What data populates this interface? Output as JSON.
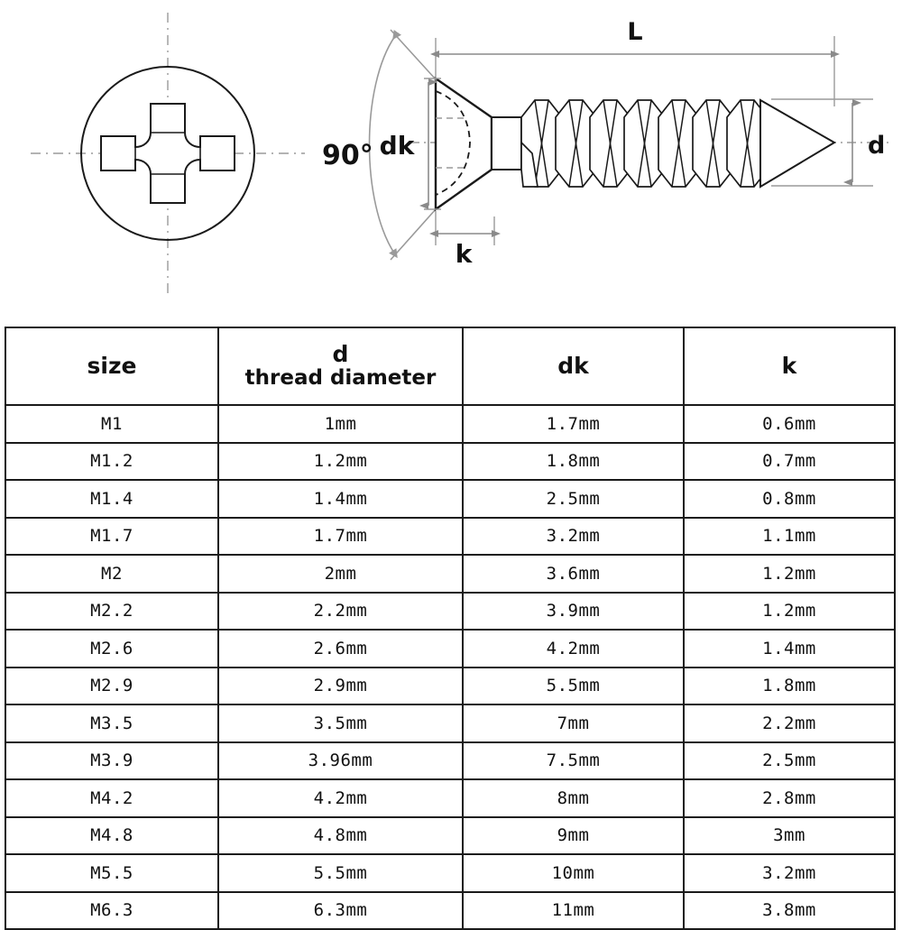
{
  "drawing": {
    "title": "countersunk-phillips-self-tapping-screw",
    "labels": {
      "angle": "90°",
      "head_diameter": "dk",
      "head_height": "k",
      "length": "L",
      "thread_diameter": "d"
    },
    "views": {
      "top_view": "phillips-cross-recess-head-top-view",
      "side_view": "countersunk-screw-side-view"
    },
    "colors": {
      "outline": "#1a1a1a",
      "dimension_line": "#8a8a8a",
      "center_line": "#9a9a9a",
      "label_text": "#111111"
    }
  },
  "table": {
    "name": "screw-dimension-table",
    "columns": [
      {
        "key": "size",
        "label": "size",
        "sub": ""
      },
      {
        "key": "d",
        "label": "d",
        "sub": "thread diameter"
      },
      {
        "key": "dk",
        "label": "dk",
        "sub": ""
      },
      {
        "key": "k",
        "label": "k",
        "sub": ""
      }
    ],
    "rows": [
      {
        "size": "M1",
        "d": "1mm",
        "dk": "1.7mm",
        "k": "0.6mm"
      },
      {
        "size": "M1.2",
        "d": "1.2mm",
        "dk": "1.8mm",
        "k": "0.7mm"
      },
      {
        "size": "M1.4",
        "d": "1.4mm",
        "dk": "2.5mm",
        "k": "0.8mm"
      },
      {
        "size": "M1.7",
        "d": "1.7mm",
        "dk": "3.2mm",
        "k": "1.1mm"
      },
      {
        "size": "M2",
        "d": "2mm",
        "dk": "3.6mm",
        "k": "1.2mm"
      },
      {
        "size": "M2.2",
        "d": "2.2mm",
        "dk": "3.9mm",
        "k": "1.2mm"
      },
      {
        "size": "M2.6",
        "d": "2.6mm",
        "dk": "4.2mm",
        "k": "1.4mm"
      },
      {
        "size": "M2.9",
        "d": "2.9mm",
        "dk": "5.5mm",
        "k": "1.8mm"
      },
      {
        "size": "M3.5",
        "d": "3.5mm",
        "dk": "7mm",
        "k": "2.2mm"
      },
      {
        "size": "M3.9",
        "d": "3.96mm",
        "dk": "7.5mm",
        "k": "2.5mm"
      },
      {
        "size": "M4.2",
        "d": "4.2mm",
        "dk": "8mm",
        "k": "2.8mm"
      },
      {
        "size": "M4.8",
        "d": "4.8mm",
        "dk": "9mm",
        "k": "3mm"
      },
      {
        "size": "M5.5",
        "d": "5.5mm",
        "dk": "10mm",
        "k": "3.2mm"
      },
      {
        "size": "M6.3",
        "d": "6.3mm",
        "dk": "11mm",
        "k": "3.8mm"
      }
    ]
  }
}
